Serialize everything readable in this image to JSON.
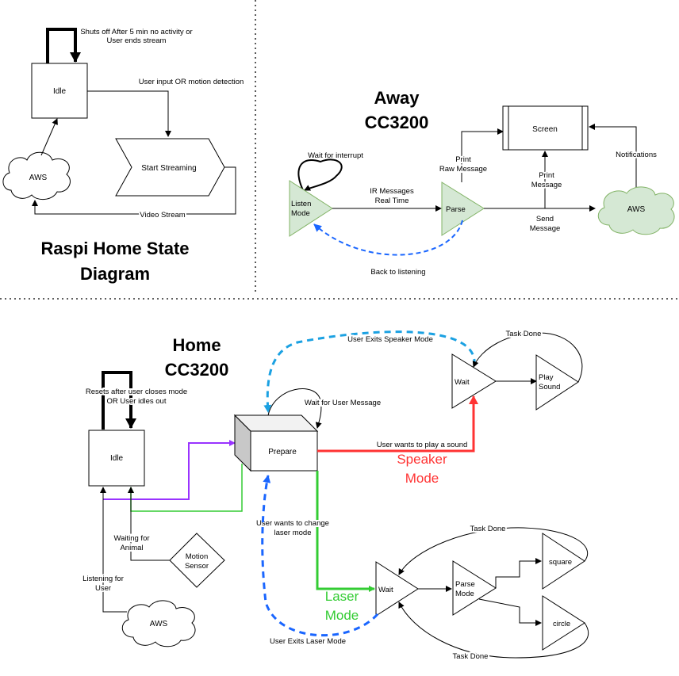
{
  "colors": {
    "node_green": "#d5e8d4",
    "node_green_stroke": "#82b366",
    "purple": "#9933ff",
    "green": "#33cc33",
    "red": "#ff3333",
    "blue_dash": "#1a66ff",
    "light_blue_dash": "#1ba1e2"
  },
  "raspi": {
    "title_line1": "Raspi Home State",
    "title_line2": "Diagram",
    "idle": "Idle",
    "start_streaming": "Start Streaming",
    "aws": "AWS",
    "shutoff_line1": "Shuts off After 5 min no activity or",
    "shutoff_line2": "User ends stream",
    "user_input": "User input OR motion detection",
    "video_stream": "Video Stream"
  },
  "away": {
    "title_line1": "Away",
    "title_line2": "CC3200",
    "listen_line1": "Listen",
    "listen_line2": "Mode",
    "parse": "Parse",
    "screen": "Screen",
    "aws": "AWS",
    "wait_interrupt": "Wait for interrupt",
    "ir_line1": "IR Messages",
    "ir_line2": "Real Time",
    "print_raw_line1": "Print",
    "print_raw_line2": "Raw Message",
    "print_msg_line1": "Print",
    "print_msg_line2": "Message",
    "send_line1": "Send",
    "send_line2": "Message",
    "notifications": "Notifications",
    "back": "Back to listening"
  },
  "home": {
    "title_line1": "Home",
    "title_line2": "CC3200",
    "idle": "Idle",
    "prepare": "Prepare",
    "resets_line1": "Resets after user closes mode",
    "resets_line2": "OR User idles out",
    "wait_user_msg": "Wait for User Message",
    "exit_speaker": "User Exits Speaker Mode",
    "exit_laser": "User Exits Laser Mode",
    "speaker_wait": "Wait",
    "play_line1": "Play",
    "play_line2": "Sound",
    "task_done": "Task Done",
    "play_sound_msg": "User wants to play a sound",
    "speaker_mode_line1": "Speaker",
    "speaker_mode_line2": "Mode",
    "laser_change_line1": "User wants to change",
    "laser_change_line2": "laser mode",
    "laser_mode_line1": "Laser",
    "laser_mode_line2": "Mode",
    "laser_wait": "Wait",
    "parse_line1": "Parse",
    "parse_line2": "Mode",
    "square": "square",
    "circle": "circle",
    "waiting_animal_line1": "Waiting for",
    "waiting_animal_line2": "Animal",
    "motion_line1": "Motion",
    "motion_line2": "Sensor",
    "listening_line1": "Listening for",
    "listening_line2": "User",
    "aws": "AWS"
  }
}
